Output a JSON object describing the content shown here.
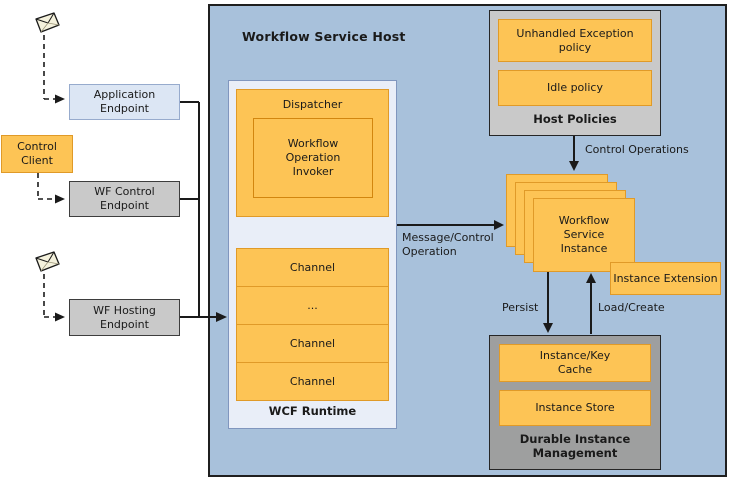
{
  "colors": {
    "panel_blue": "#A8C1DB",
    "panel_border": "#1F1F1F",
    "orange_fill": "#FDC455",
    "orange_border": "#E09A28",
    "gray_fill": "#C9C9C9",
    "dark_gray_fill": "#9E9F9F",
    "light_blue_fill": "#DCE6F4",
    "light_blue_border": "#97ABCD",
    "runtime_fill": "#E9EEF8",
    "runtime_border": "#8096BE"
  },
  "left_panel": {
    "application_endpoint": "Application\nEndpoint",
    "control_client": "Control\nClient",
    "wf_control_endpoint": "WF Control\nEndpoint",
    "wf_hosting_endpoint": "WF Hosting\nEndpoint"
  },
  "host": {
    "title": "Workflow Service Host",
    "wcf_runtime": {
      "label": "WCF Runtime",
      "dispatcher": {
        "label": "Dispatcher",
        "invoker": "Workflow\nOperation\nInvoker"
      },
      "channels": [
        "Channel",
        "...",
        "Channel",
        "Channel"
      ]
    },
    "host_policies": {
      "title": "Host Policies",
      "policies": [
        "Unhandled Exception\npolicy",
        "Idle policy"
      ]
    },
    "instance_stack": {
      "label": "Workflow\nService\nInstance"
    },
    "instance_extension": "Instance Extension",
    "durable_instance_management": {
      "title": "Durable Instance\nManagement",
      "items": [
        "Instance/Key\nCache",
        "Instance Store"
      ]
    },
    "arrows": {
      "control_operations": "Control Operations",
      "message_control_operation": "Message/Control\nOperation",
      "persist": "Persist",
      "load_create": "Load/Create"
    }
  }
}
